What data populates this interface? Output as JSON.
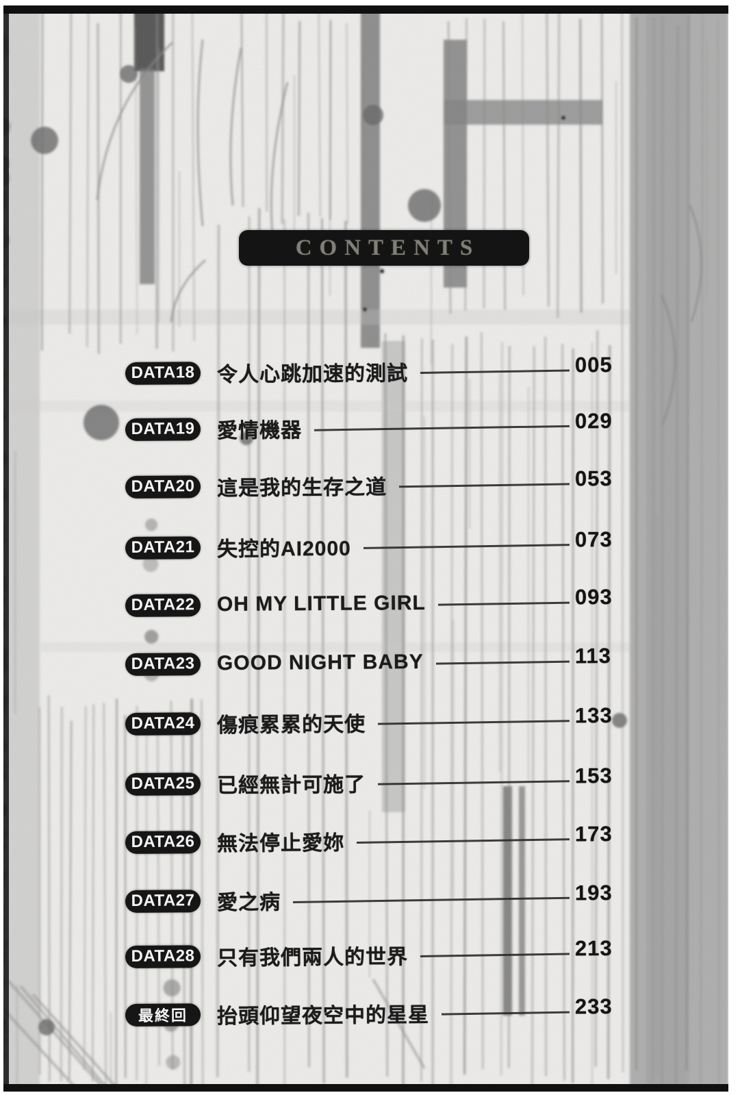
{
  "header": {
    "contents_label": "CONTENTS"
  },
  "toc": {
    "entries": [
      {
        "badge": "DATA18",
        "title": "令人心跳加速的測試",
        "page": "005"
      },
      {
        "badge": "DATA19",
        "title": "愛情機器",
        "page": "029"
      },
      {
        "badge": "DATA20",
        "title": "這是我的生存之道",
        "page": "053"
      },
      {
        "badge": "DATA21",
        "title": "失控的AI2000",
        "page": "073"
      },
      {
        "badge": "DATA22",
        "title": "OH MY LITTLE GIRL",
        "page": "093"
      },
      {
        "badge": "DATA23",
        "title": "GOOD NIGHT BABY",
        "page": "113"
      },
      {
        "badge": "DATA24",
        "title": "傷痕累累的天使",
        "page": "133"
      },
      {
        "badge": "DATA25",
        "title": "已經無計可施了",
        "page": "153"
      },
      {
        "badge": "DATA26",
        "title": "無法停止愛妳",
        "page": "173"
      },
      {
        "badge": "DATA27",
        "title": "愛之病",
        "page": "193"
      },
      {
        "badge": "DATA28",
        "title": "只有我們兩人的世界",
        "page": "213"
      },
      {
        "badge": "最終回",
        "title": "抬頭仰望夜空中的星星",
        "page": "233"
      }
    ]
  },
  "colors": {
    "badge_bg": "#161616",
    "badge_text": "#f4f4f4",
    "title_text": "#1b1b1b",
    "leader_line": "#282828",
    "contents_box_bg": "#141414",
    "contents_text": "#95938a",
    "frame": "#101010"
  }
}
